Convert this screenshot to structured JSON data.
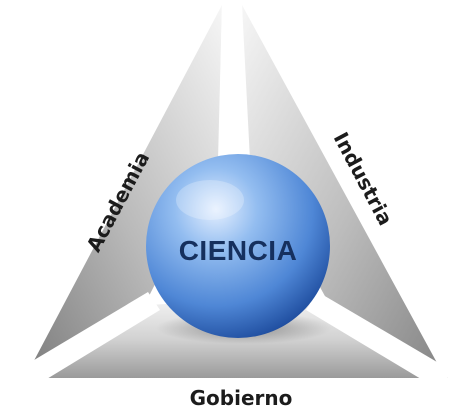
{
  "center": {
    "label": "CIENCIA",
    "color_light": "#dbe9fb",
    "color_mid": "#5b95e0",
    "color_dark": "#163f8f"
  },
  "sectors": [
    {
      "label": "Academia"
    },
    {
      "label": "Industria"
    },
    {
      "label": "Gobierno"
    }
  ],
  "colors": {
    "panel_light": "#f4f4f4",
    "panel_dark": "#8d8d8d",
    "divider": "#ffffff",
    "text": "#1c1c1c"
  }
}
